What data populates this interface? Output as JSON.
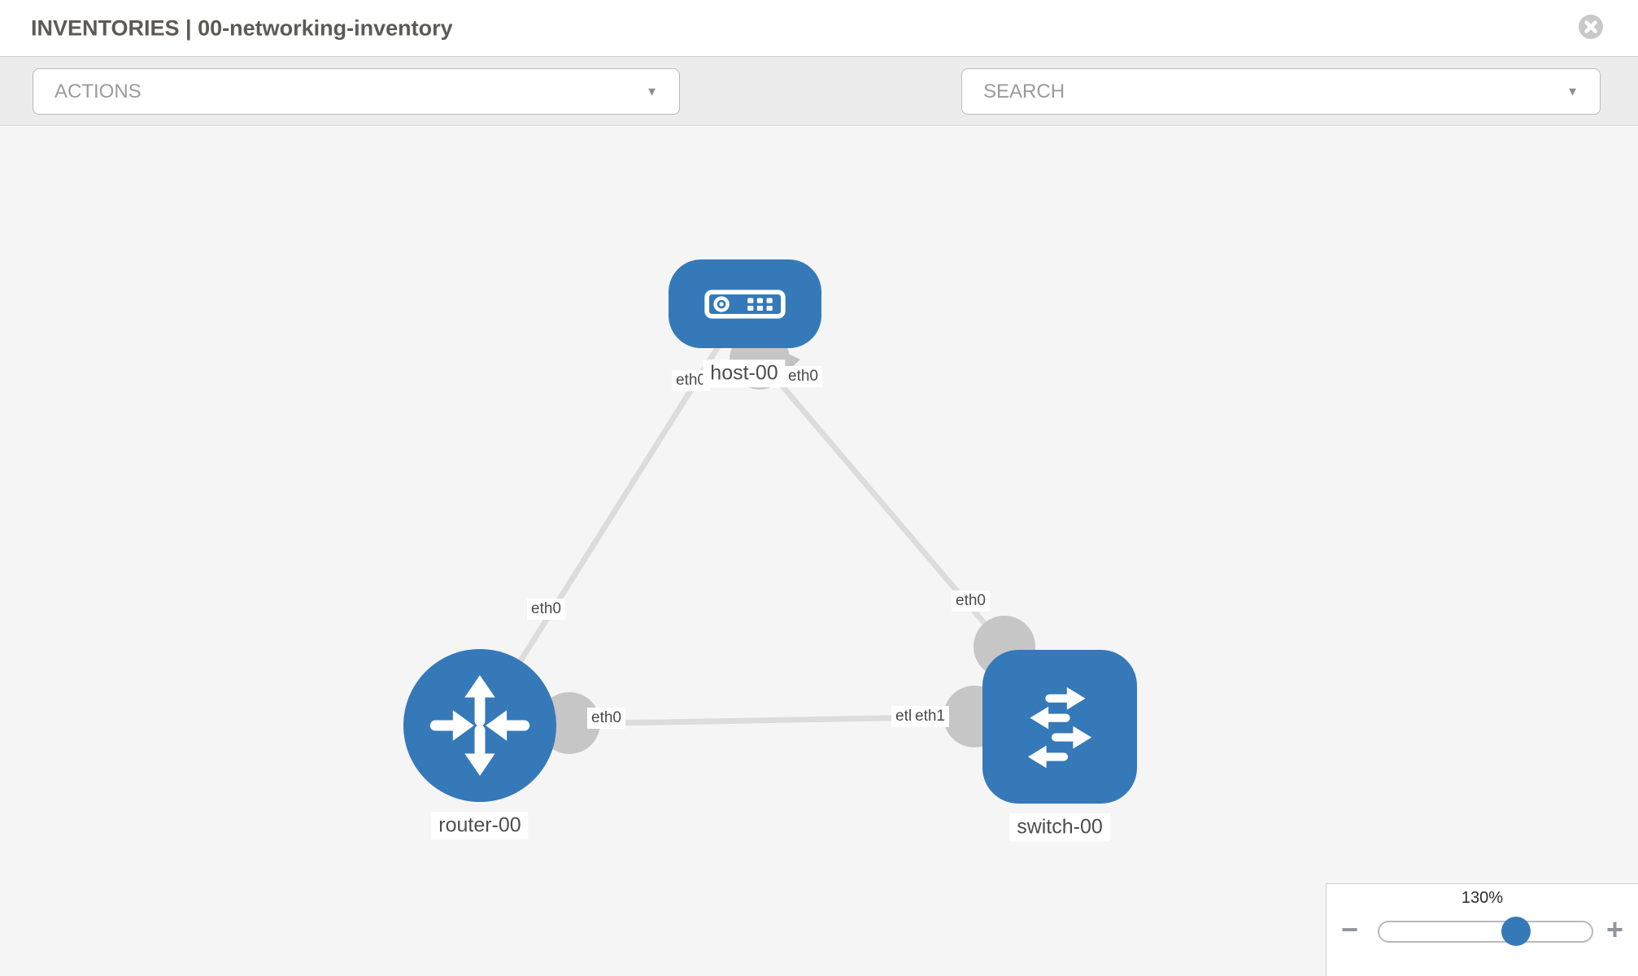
{
  "header": {
    "title": "INVENTORIES | 00-networking-inventory",
    "close_icon": "close-circle"
  },
  "toolbar": {
    "actions_label": "ACTIONS",
    "search_placeholder": "SEARCH",
    "caret_glyph": "▼",
    "icons": [
      "wrench-icon",
      "key-icon"
    ]
  },
  "topology": {
    "nodes": [
      {
        "label": "host-00",
        "type": "host",
        "icon": "server-icon"
      },
      {
        "label": "router-00",
        "type": "router",
        "icon": "router-arrows-icon"
      },
      {
        "label": "switch-00",
        "type": "switch",
        "icon": "switch-arrows-icon"
      }
    ],
    "links": [
      {
        "from": "router-00",
        "to": "host-00"
      },
      {
        "from": "host-00",
        "to": "switch-00"
      },
      {
        "from": "router-00",
        "to": "switch-00"
      }
    ],
    "port_labels": [
      {
        "text": "eth0"
      },
      {
        "text": "eth0"
      },
      {
        "text": "eth0"
      },
      {
        "text": "eth0"
      },
      {
        "text": "eth0"
      },
      {
        "text": "eth0"
      },
      {
        "text": "eth1"
      }
    ]
  },
  "zoom_control": {
    "level": "130%",
    "minus_glyph": "−",
    "plus_glyph": "+",
    "slider_percent": 64
  },
  "colors": {
    "node_blue": "#3579b8",
    "link_gray": "#dcdcdc",
    "connector_gray": "#c6c6c6",
    "canvas_bg": "#f5f5f5",
    "toolbar_bg": "#ececec",
    "icon_gray": "#7e8690"
  }
}
